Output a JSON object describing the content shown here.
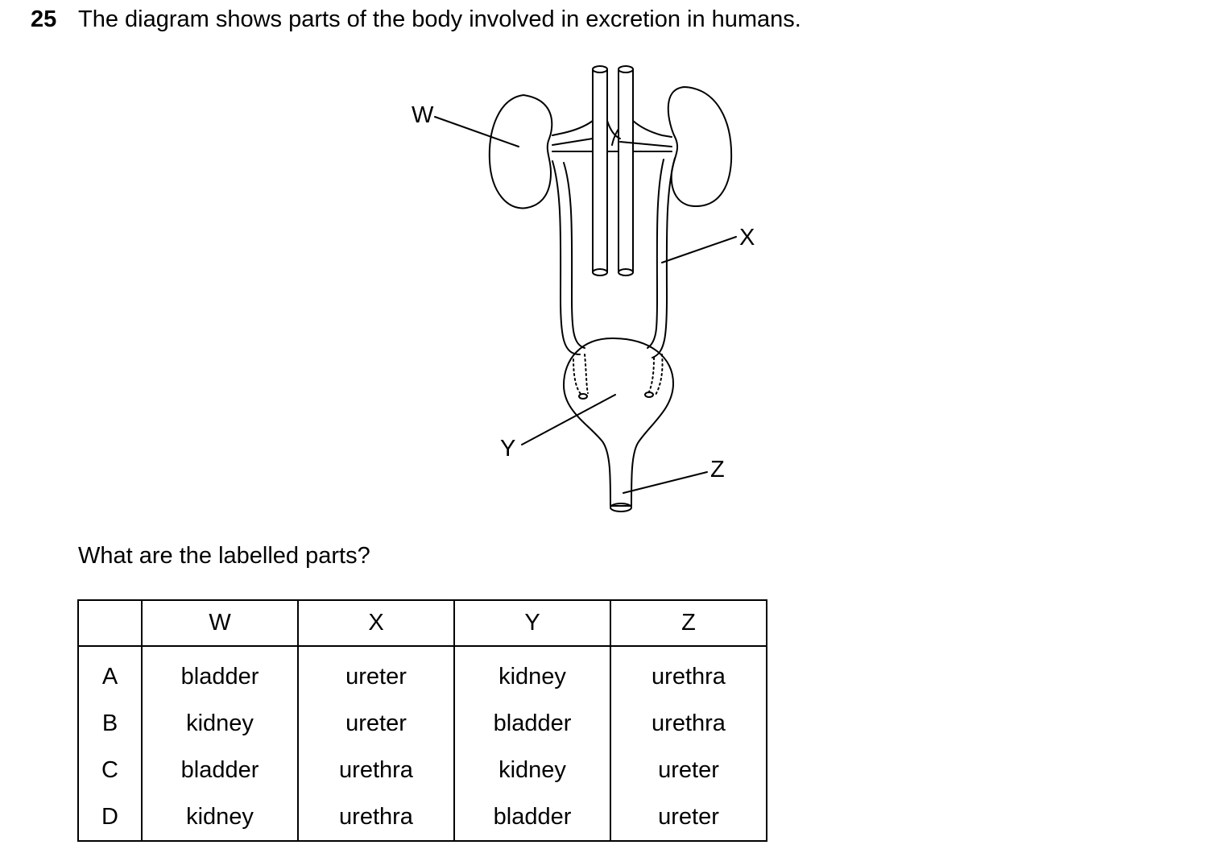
{
  "question": {
    "number": "25",
    "text": "The diagram shows parts of the body involved in excretion in humans.",
    "sub_text": "What are the labelled parts?"
  },
  "diagram": {
    "labels": {
      "w": "W",
      "x": "X",
      "y": "Y",
      "z": "Z"
    }
  },
  "table": {
    "headers": [
      "",
      "W",
      "X",
      "Y",
      "Z"
    ],
    "rows": [
      {
        "option": "A",
        "cells": [
          "bladder",
          "ureter",
          "kidney",
          "urethra"
        ]
      },
      {
        "option": "B",
        "cells": [
          "kidney",
          "ureter",
          "bladder",
          "urethra"
        ]
      },
      {
        "option": "C",
        "cells": [
          "bladder",
          "urethra",
          "kidney",
          "ureter"
        ]
      },
      {
        "option": "D",
        "cells": [
          "kidney",
          "urethra",
          "bladder",
          "ureter"
        ]
      }
    ]
  }
}
